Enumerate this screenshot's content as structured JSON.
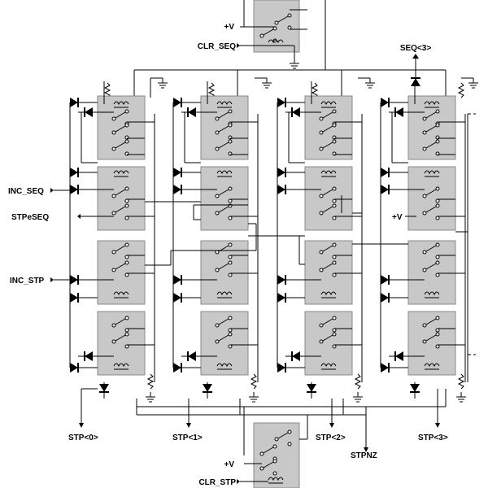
{
  "labels": {
    "top_plus_v": "+V",
    "clr_seq": "CLR_SEQ",
    "seq3": "SEQ<3>",
    "inc_seq": "INC_SEQ",
    "stpeseq": "STPeSEQ",
    "mid_plus_v": "+V",
    "inc_stp": "INC_STP",
    "stp0": "STP<0>",
    "stp1": "STP<1>",
    "stp2": "STP<2>",
    "stp3": "STP<3>",
    "stpnz": "STPNZ",
    "bottom_plus_v": "+V",
    "clr_stp": "CLR_STP"
  },
  "colors": {
    "relay_fill": "#c8c8c8",
    "wire": "#000000",
    "background": "#ffffff"
  }
}
